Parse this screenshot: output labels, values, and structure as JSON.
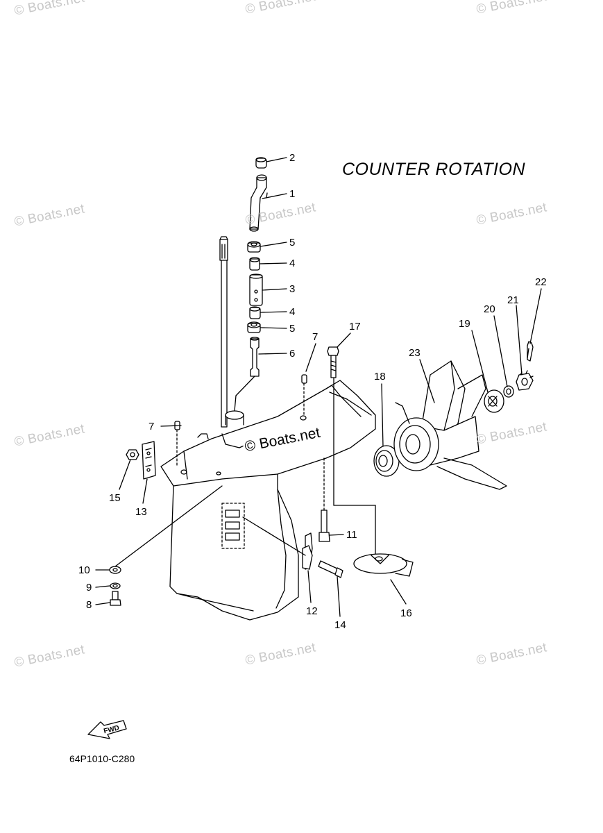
{
  "title": "COUNTER ROTATION",
  "diagram_code": "64P1010-C280",
  "fwd_label": "FWD",
  "watermark_text": "© Boats.net",
  "parts": [
    {
      "id": "p1",
      "label": "1"
    },
    {
      "id": "p2",
      "label": "2"
    },
    {
      "id": "p3",
      "label": "3"
    },
    {
      "id": "p4a",
      "label": "4"
    },
    {
      "id": "p4b",
      "label": "4"
    },
    {
      "id": "p5a",
      "label": "5"
    },
    {
      "id": "p5b",
      "label": "5"
    },
    {
      "id": "p6",
      "label": "6"
    },
    {
      "id": "p7a",
      "label": "7"
    },
    {
      "id": "p7b",
      "label": "7"
    },
    {
      "id": "p8",
      "label": "8"
    },
    {
      "id": "p9",
      "label": "9"
    },
    {
      "id": "p10",
      "label": "10"
    },
    {
      "id": "p11",
      "label": "11"
    },
    {
      "id": "p12",
      "label": "12"
    },
    {
      "id": "p13",
      "label": "13"
    },
    {
      "id": "p14",
      "label": "14"
    },
    {
      "id": "p15",
      "label": "15"
    },
    {
      "id": "p16",
      "label": "16"
    },
    {
      "id": "p17",
      "label": "17"
    },
    {
      "id": "p18",
      "label": "18"
    },
    {
      "id": "p19",
      "label": "19"
    },
    {
      "id": "p20",
      "label": "20"
    },
    {
      "id": "p21",
      "label": "21"
    },
    {
      "id": "p22",
      "label": "22"
    },
    {
      "id": "p23",
      "label": "23"
    }
  ]
}
